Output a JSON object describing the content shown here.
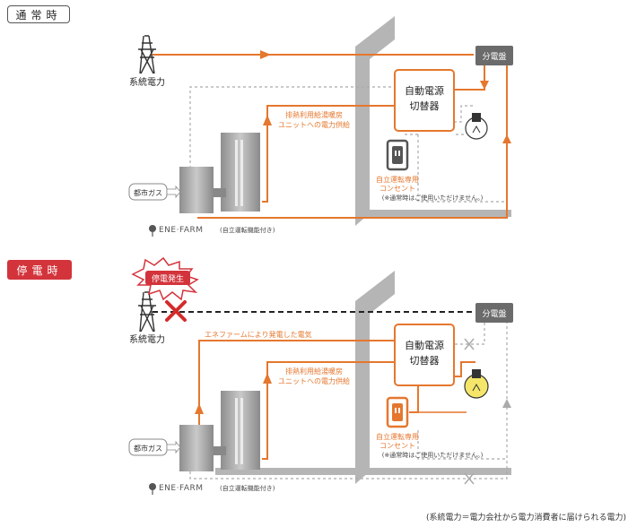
{
  "labels": {
    "normal": "通常時",
    "outage": "停電時",
    "outage_burst": "停電発生"
  },
  "nodes": {
    "grid_power": "系統電力",
    "panel": "分電盤",
    "switch_line1": "自動電源",
    "switch_line2": "切替器",
    "city_gas": "都市ガス",
    "outlet_line1": "自立運転専用",
    "outlet_line2": "コンセント",
    "outlet_note": "(※通常時はご使用いただけません。)",
    "enefarm_logo": "ENE·FARM",
    "enefarm_note": "(自立運転機能付き)"
  },
  "flows": {
    "heat_line1": "排熱利用給湯暖房",
    "heat_line2": "ユニットへの電力供給",
    "enefarm_power": "エネファームにより発電した電気"
  },
  "footnote": "(系統電力＝電力会社から電力消費者に届けられる電力)",
  "colors": {
    "flow": "#e5772e",
    "dashed": "#aaaaaa",
    "wall": "#b5b5b5",
    "unit": "#9a9a9a",
    "panel_bg": "#6b6b6b",
    "alert": "#d3343c",
    "cross": "#d42a2a"
  }
}
